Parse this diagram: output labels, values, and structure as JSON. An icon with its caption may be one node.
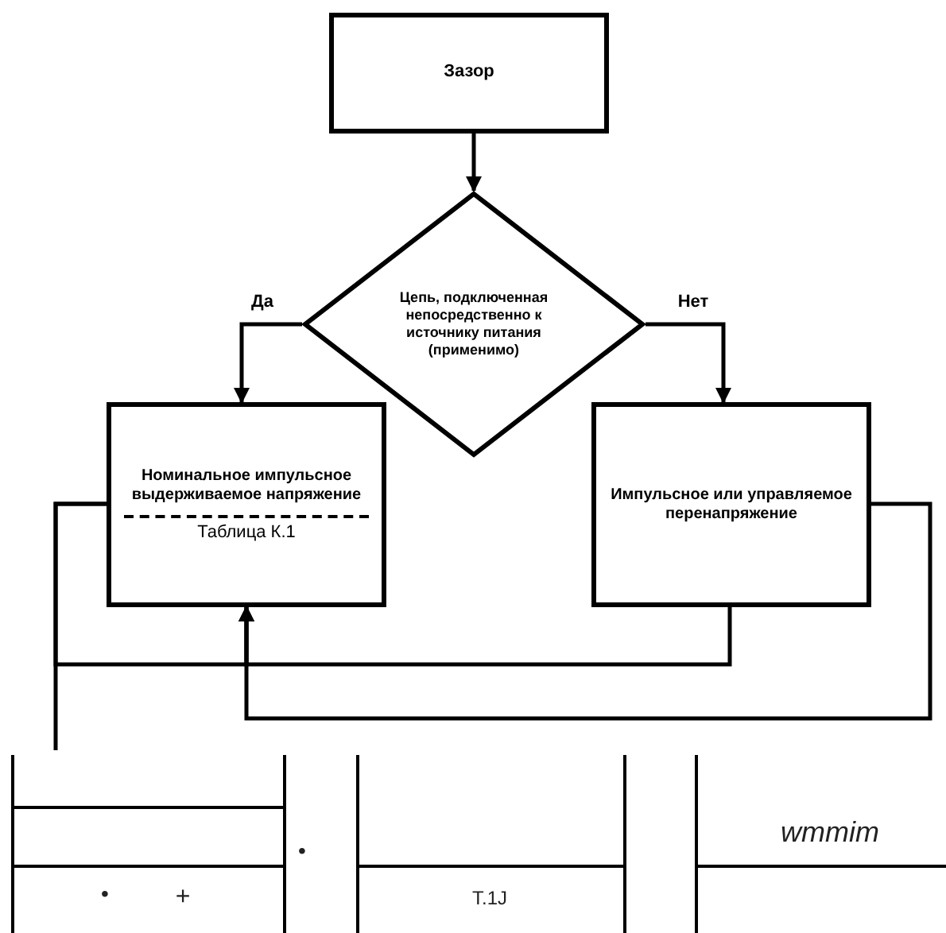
{
  "diagram": {
    "nodes": [
      {
        "text": [
          "Зазор"
        ]
      },
      {
        "text": [
          "Цепь, подключенная непосредственно к источнику питания (применимо)"
        ]
      },
      {
        "text": [
          "Номинальное импульсное выдерживаемое напряжение",
          "Таблица К.1"
        ]
      },
      {
        "text": [
          "Импульсное или управляемое перенапряжение"
        ]
      }
    ],
    "edges": [
      {
        "from": 0,
        "to": 1,
        "arrow": "to"
      },
      {
        "from": 1,
        "to": 2,
        "arrow": "to",
        "label": "Да"
      },
      {
        "from": 1,
        "to": 3,
        "arrow": "to",
        "label": "Нет"
      },
      {
        "from": 3,
        "to": 2,
        "arrow": "to"
      },
      {
        "from": 3,
        "to": 2,
        "arrow": "to"
      },
      {
        "from": 2,
        "to": 2,
        "arrow": "to"
      },
      {
        "from": 2,
        "to": null,
        "arrow": "none"
      }
    ],
    "labels": [
      "wmmim",
      "•",
      "•",
      "+",
      "T.1J"
    ]
  }
}
